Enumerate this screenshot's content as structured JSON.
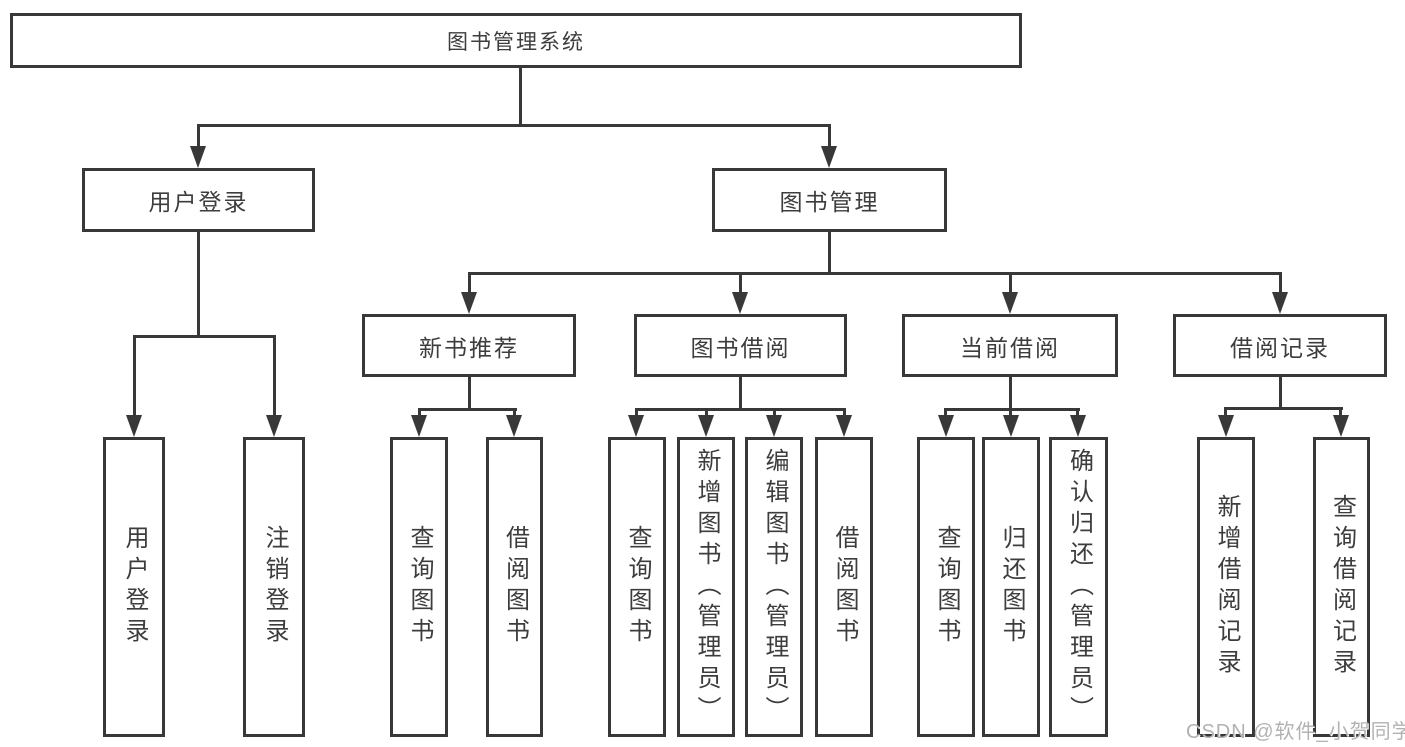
{
  "tree": {
    "label": "图书管理系统",
    "children": [
      {
        "label": "用户登录",
        "children": [
          {
            "label": "用户登录"
          },
          {
            "label": "注销登录"
          }
        ]
      },
      {
        "label": "图书管理",
        "children": [
          {
            "label": "新书推荐",
            "children": [
              {
                "label": "查询图书"
              },
              {
                "label": "借阅图书"
              }
            ]
          },
          {
            "label": "图书借阅",
            "children": [
              {
                "label": "查询图书"
              },
              {
                "label": "新增图书（管理员）"
              },
              {
                "label": "编辑图书（管理员）"
              },
              {
                "label": "借阅图书"
              }
            ]
          },
          {
            "label": "当前借阅",
            "children": [
              {
                "label": "查询图书"
              },
              {
                "label": "归还图书"
              },
              {
                "label": "确认归还（管理员）"
              }
            ]
          },
          {
            "label": "借阅记录",
            "children": [
              {
                "label": "新增借阅记录"
              },
              {
                "label": "查询借阅记录"
              }
            ]
          }
        ]
      }
    ]
  },
  "watermark": {
    "text": "CSDN @软件_小贺同学"
  },
  "colors": {
    "line": "#383838",
    "text": "#3d3d3d",
    "watermark": "#b2b2b2",
    "background": "#ffffff"
  }
}
